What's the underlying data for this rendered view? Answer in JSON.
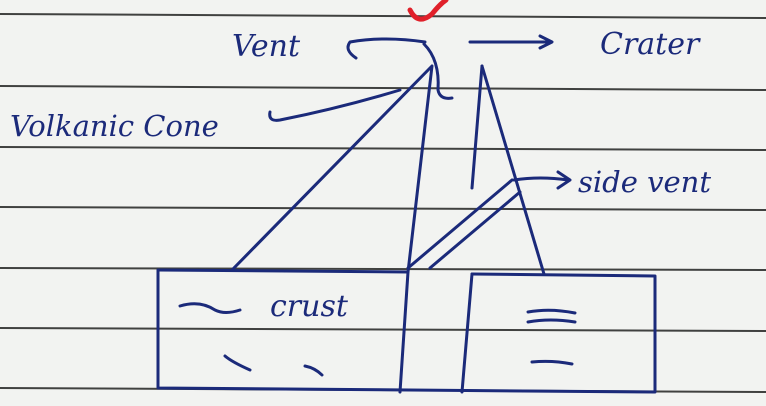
{
  "labels": {
    "vent": "Vent",
    "crater": "Crater",
    "volcanic_cone": "Volkanic Cone",
    "side_vent": "side vent",
    "crust": "crust"
  },
  "colors": {
    "paper": "#f2f3f1",
    "ruled_line": "#222222",
    "ink": "#1b2a7a",
    "red_mark": "#e0202a"
  }
}
